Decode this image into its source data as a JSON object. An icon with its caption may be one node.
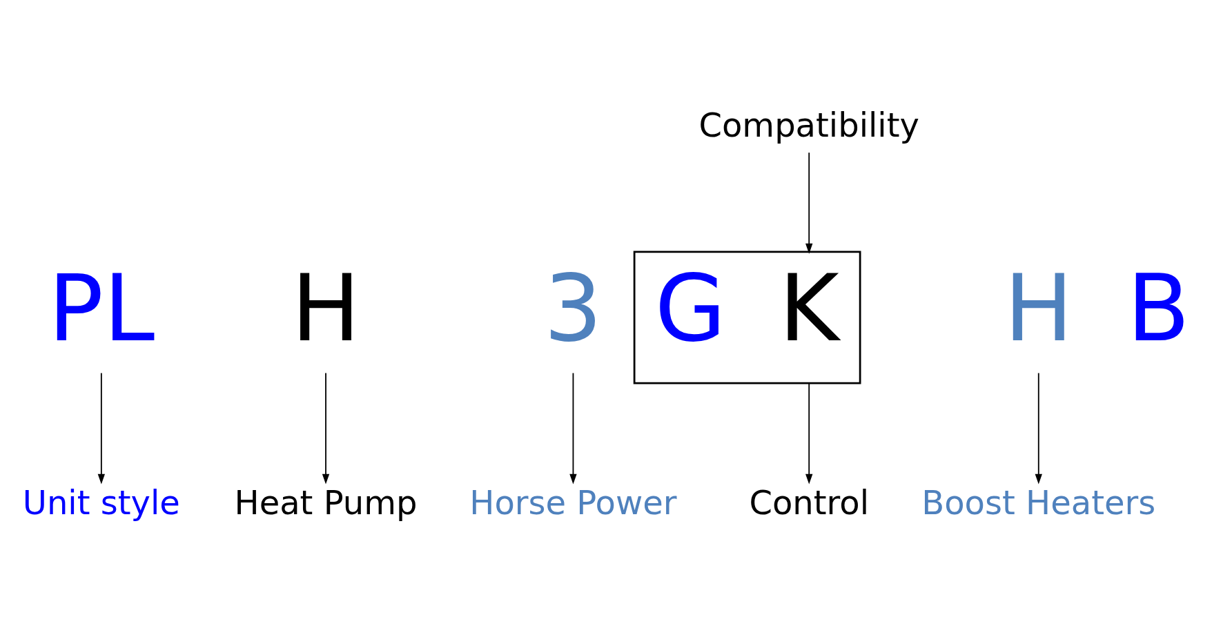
{
  "diagram": {
    "nodes": [
      {
        "text": [
          "PL"
        ]
      },
      {
        "text": [
          "H"
        ]
      },
      {
        "text": [
          "3"
        ]
      },
      {
        "text": [],
        "shape": "box"
      },
      {
        "text": [
          "G"
        ],
        "in": 3
      },
      {
        "text": [
          "K"
        ],
        "in": 3
      },
      {
        "text": [
          "H"
        ]
      },
      {
        "text": [
          "B"
        ]
      },
      {
        "text": [
          "Compatibility"
        ]
      },
      {
        "text": [
          "Unit style"
        ]
      },
      {
        "text": [
          "Heat Pump"
        ]
      },
      {
        "text": [
          "Horse Power"
        ]
      },
      {
        "text": [
          "Control"
        ]
      },
      {
        "text": [
          "Boost Heaters"
        ]
      }
    ],
    "edges": [
      {
        "from": 8,
        "to": 3,
        "arrow": "to"
      },
      {
        "from": 0,
        "to": 9,
        "arrow": "to"
      },
      {
        "from": 1,
        "to": 10,
        "arrow": "to"
      },
      {
        "from": 2,
        "to": 11,
        "arrow": "to"
      },
      {
        "from": 3,
        "to": 12,
        "arrow": "to"
      },
      {
        "from": 6,
        "to": 13,
        "arrow": "to"
      }
    ]
  }
}
